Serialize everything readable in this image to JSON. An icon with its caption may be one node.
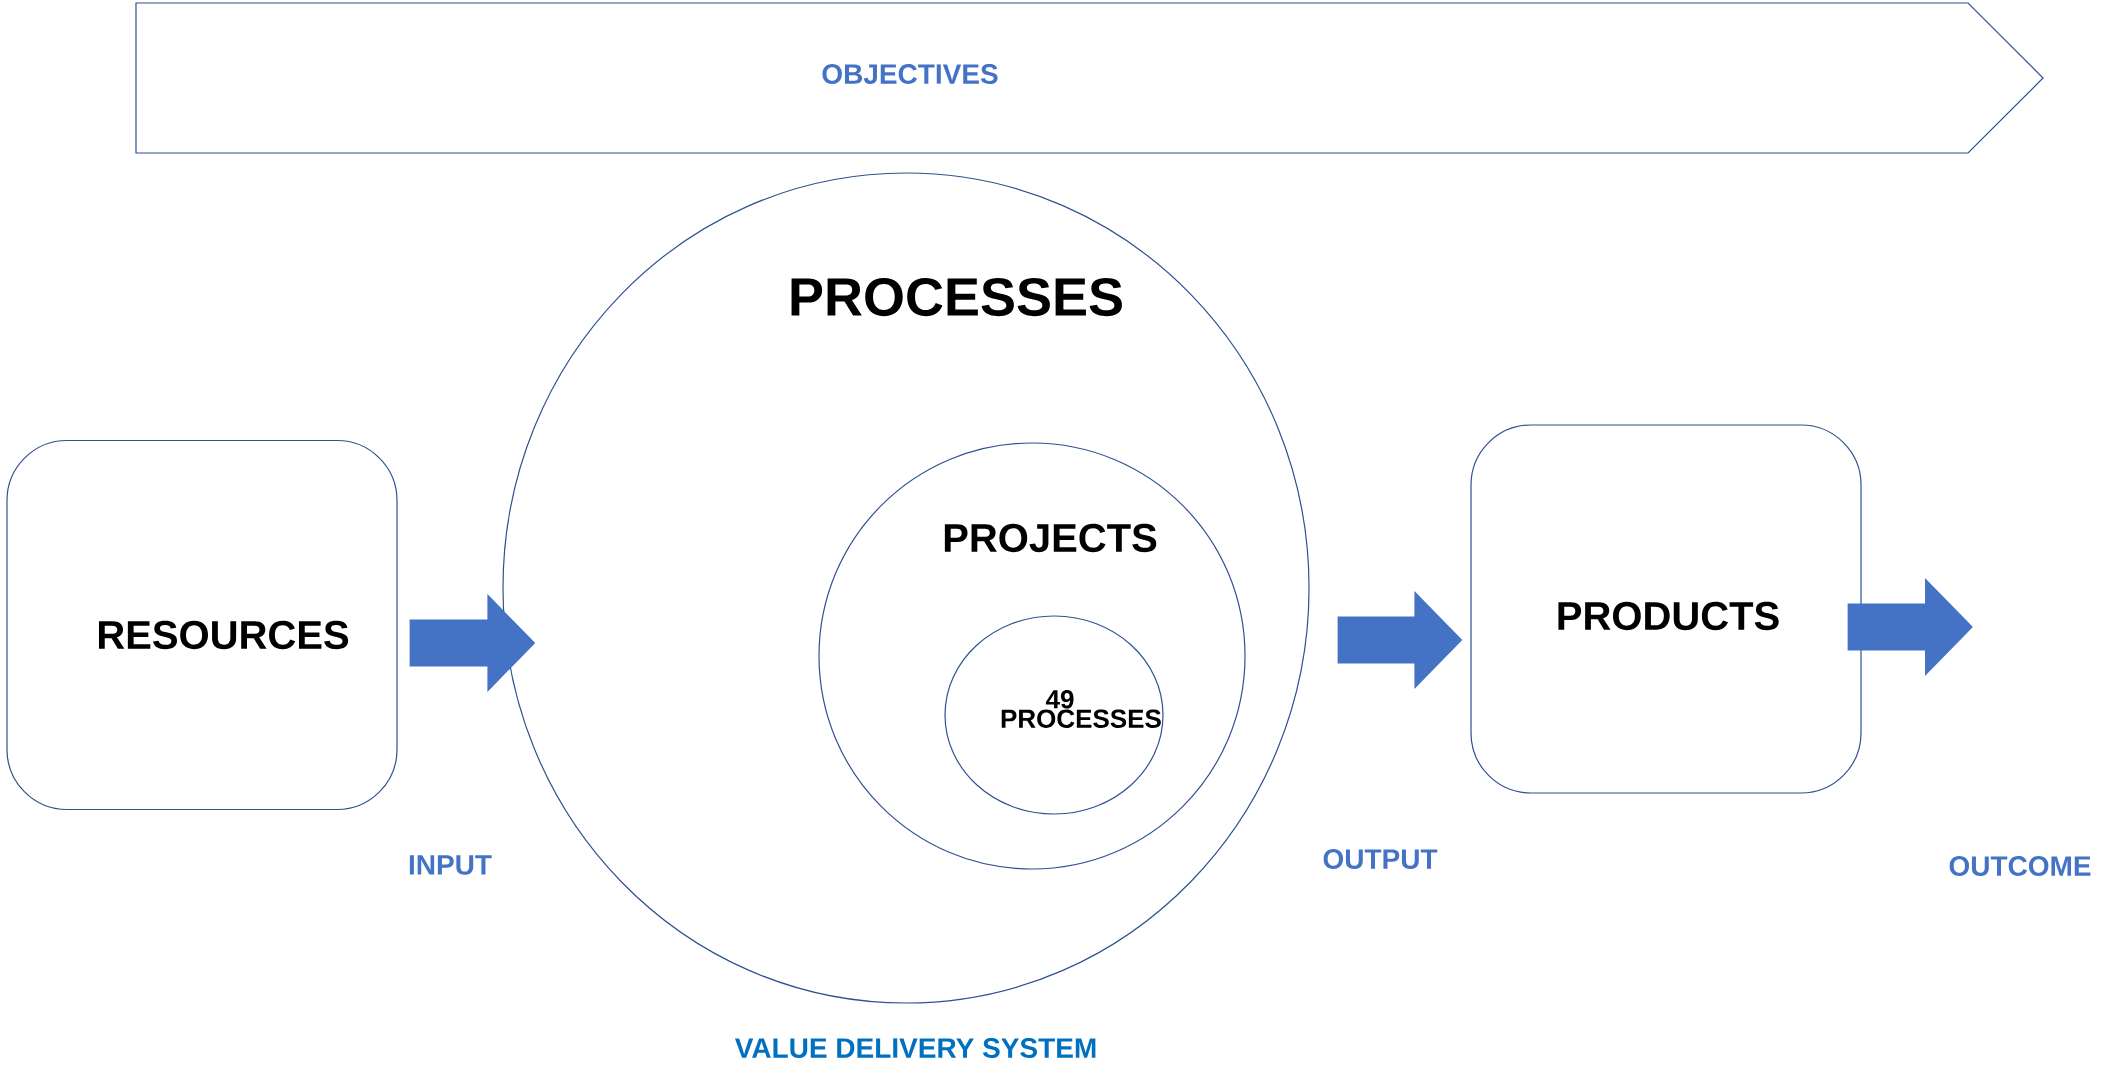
{
  "diagram": {
    "nodes": [
      {
        "text": [
          "OBJECTIVES"
        ]
      },
      {
        "text": [
          "RESOURCES"
        ]
      },
      {
        "text": [
          "PROCESSES"
        ],
        "beside": [
          "VALUE DELIVERY SYSTEM"
        ]
      },
      {
        "text": [
          "PROJECTS"
        ],
        "in": 2
      },
      {
        "text": [
          "49 PROCESSES"
        ],
        "in": 3
      },
      {
        "text": [
          "PRODUCTS"
        ]
      }
    ],
    "edges": [
      {
        "from": 1,
        "to": 2,
        "arrow": "to"
      },
      {
        "from": 2,
        "to": 5,
        "arrow": "to"
      },
      {
        "from": 5,
        "to": null,
        "arrow": "to"
      }
    ],
    "labels": [
      "INPUT",
      "OUTPUT",
      "OUTCOME"
    ]
  }
}
